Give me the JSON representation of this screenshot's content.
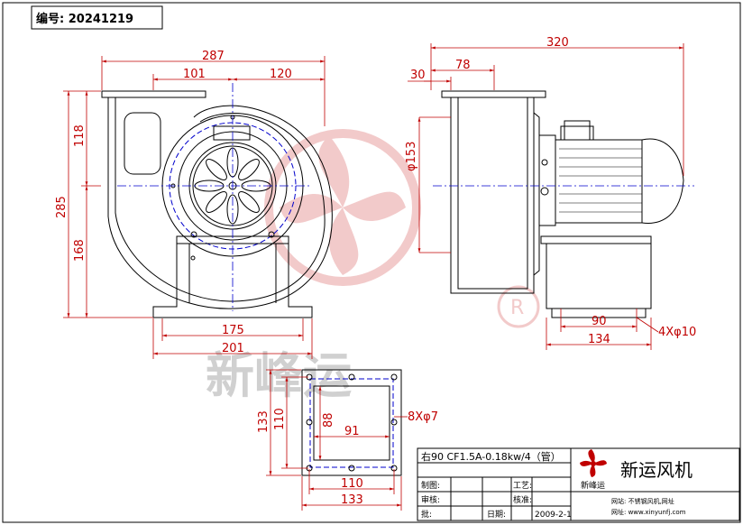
{
  "header": {
    "drawing_no": "编号: 20241219"
  },
  "watermark": {
    "text": "新峰运"
  },
  "dims": {
    "d287": "287",
    "d101": "101",
    "d120": "120",
    "d118": "118",
    "d285": "285",
    "d168": "168",
    "d175": "175",
    "d201": "201",
    "d320": "320",
    "d78": "78",
    "d30": "30",
    "phi153": "φ153",
    "d90": "90",
    "d134": "134",
    "holes4": "4Xφ10",
    "d133a": "133",
    "d110a": "110",
    "d88": "88",
    "d91": "91",
    "holes8": "8Xφ7",
    "d110b": "110",
    "d133b": "133"
  },
  "title_block": {
    "model": "右90 CF1.5A-0.18kw/4（管）",
    "rows": [
      {
        "label": "制图:",
        "label2": "工艺:"
      },
      {
        "label": "审核:",
        "label2": "核准:"
      },
      {
        "label": "批:",
        "label2": "日期:",
        "value2": "2009-2-1"
      }
    ],
    "logo_sub": "新峰运",
    "company": "新运风机",
    "footer1": "网站: 不锈钢风机,网址",
    "footer2": "网址: www.xinyunfj.com"
  },
  "colors": {
    "dimension": "#c00000",
    "centerline": "#0000cc",
    "outline": "#000000",
    "watermark": "#e8a0a0"
  }
}
